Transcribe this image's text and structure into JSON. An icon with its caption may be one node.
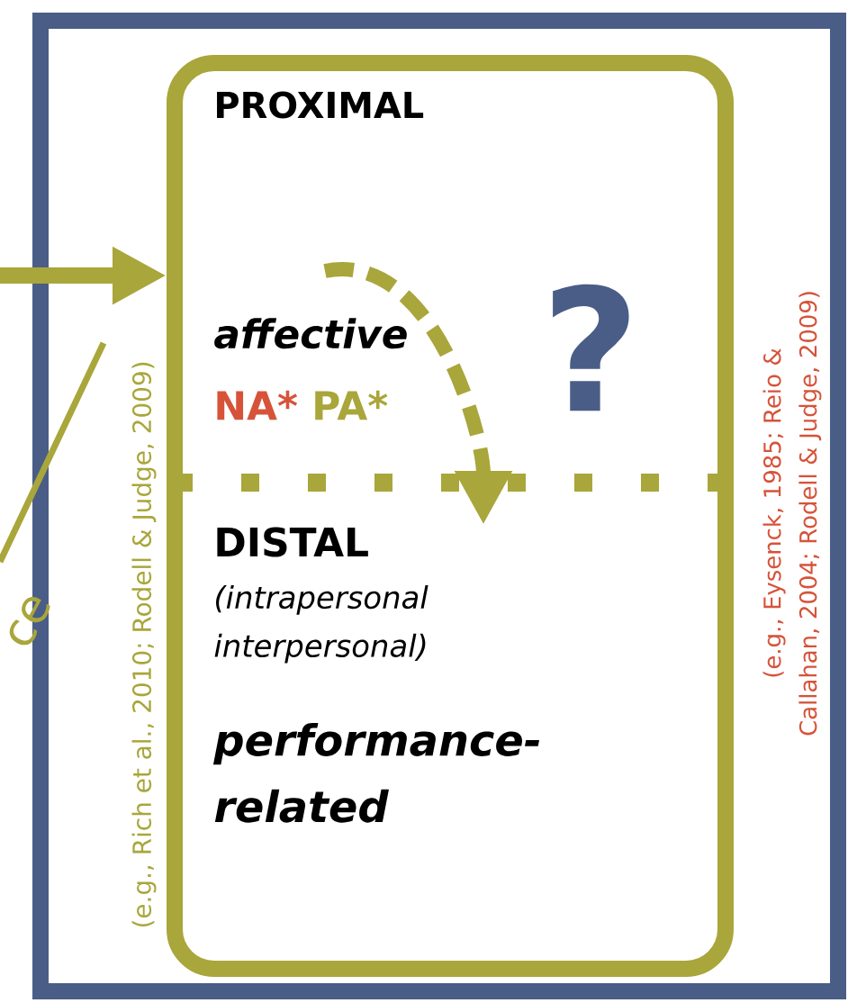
{
  "diagram": {
    "nodes": [
      {
        "text": [],
        "shape": "box"
      },
      {
        "text": [],
        "shape": "box",
        "in": 0
      },
      {
        "text": [
          "PROXIMAL",
          "affective",
          "NA*",
          "PA*"
        ],
        "in": 1
      },
      {
        "text": [
          "DISTAL",
          "(intrapersonal interpersonal)",
          "performance-related"
        ],
        "in": 1
      }
    ],
    "edges": [
      {
        "from": null,
        "to": 1,
        "arrow": "to"
      },
      {
        "from": null,
        "to": 1,
        "arrow": "none"
      },
      {
        "from": 2,
        "to": 3,
        "arrow": "to",
        "style": "dashed"
      }
    ],
    "labels": [
      "ce",
      "(e.g., Rich et al., 2010; Rodell & Judge, 2009)",
      "?",
      "(e.g., Eysenck, 1985; Reio & Callahan, 2004; Rodell & Judge, 2009)"
    ]
  }
}
